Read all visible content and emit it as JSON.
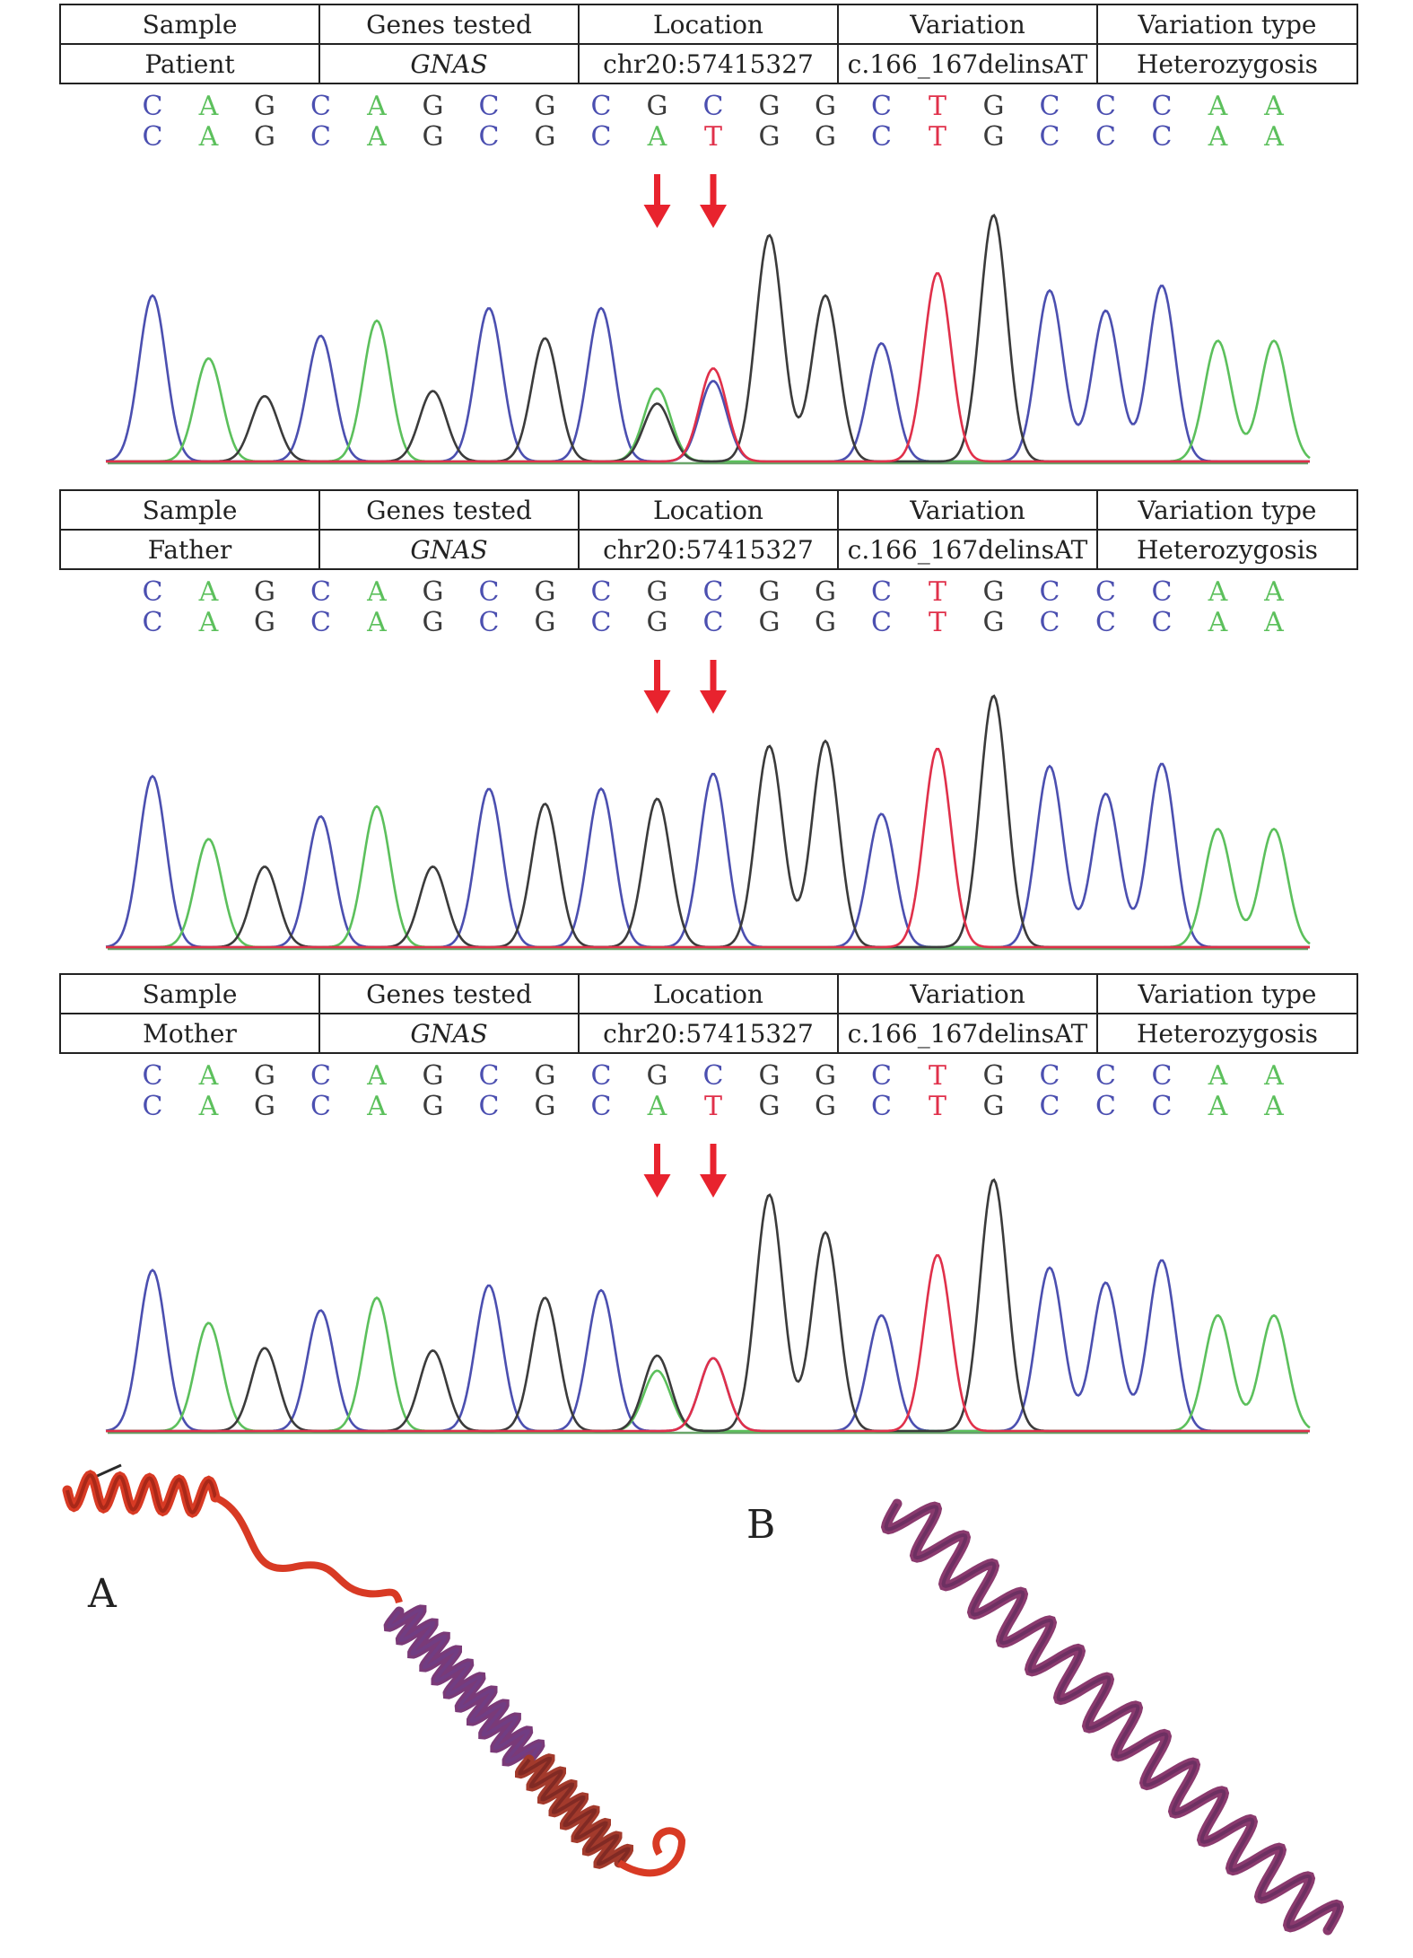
{
  "table_header": [
    "Sample",
    "Genes tested",
    "Location",
    "Variation",
    "Variation type"
  ],
  "panels": [
    {
      "row": [
        "Patient",
        "GNAS",
        "chr20:57415327",
        "c.166_167delinsAT",
        "Heterozygosis"
      ],
      "seq1": [
        "C",
        "A",
        "G",
        "C",
        "A",
        "G",
        "C",
        "G",
        "C",
        "G",
        "C",
        "G",
        "G",
        "C",
        "T",
        "G",
        "C",
        "C",
        "C",
        "A",
        "A"
      ],
      "seq2": [
        "C",
        "A",
        "G",
        "C",
        "A",
        "G",
        "C",
        "G",
        "C",
        "A",
        "T",
        "G",
        "G",
        "C",
        "T",
        "G",
        "C",
        "C",
        "C",
        "A",
        "A"
      ],
      "peaks": [
        {
          "b": "C",
          "h": 0.66
        },
        {
          "b": "A",
          "h": 0.41
        },
        {
          "b": "G",
          "h": 0.26
        },
        {
          "b": "C",
          "h": 0.5
        },
        {
          "b": "A",
          "h": 0.56
        },
        {
          "b": "G",
          "h": 0.28
        },
        {
          "b": "C",
          "h": 0.61
        },
        {
          "b": "G",
          "h": 0.49
        },
        {
          "b": "C",
          "h": 0.61
        },
        {
          "b": "A",
          "h": 0.29,
          "b2": "G",
          "h2": 0.23
        },
        {
          "b": "T",
          "h": 0.37,
          "b2": "C",
          "h2": 0.32
        },
        {
          "b": "G",
          "h": 0.9
        },
        {
          "b": "G",
          "h": 0.66
        },
        {
          "b": "C",
          "h": 0.47
        },
        {
          "b": "T",
          "h": 0.75
        },
        {
          "b": "G",
          "h": 0.98
        },
        {
          "b": "C",
          "h": 0.68
        },
        {
          "b": "C",
          "h": 0.6
        },
        {
          "b": "C",
          "h": 0.7
        },
        {
          "b": "A",
          "h": 0.48
        },
        {
          "b": "A",
          "h": 0.48
        }
      ]
    },
    {
      "row": [
        "Father",
        "GNAS",
        "chr20:57415327",
        "c.166_167delinsAT",
        "Heterozygosis"
      ],
      "seq1": [
        "C",
        "A",
        "G",
        "C",
        "A",
        "G",
        "C",
        "G",
        "C",
        "G",
        "C",
        "G",
        "G",
        "C",
        "T",
        "G",
        "C",
        "C",
        "C",
        "A",
        "A"
      ],
      "seq2": [
        "C",
        "A",
        "G",
        "C",
        "A",
        "G",
        "C",
        "G",
        "C",
        "G",
        "C",
        "G",
        "G",
        "C",
        "T",
        "G",
        "C",
        "C",
        "C",
        "A",
        "A"
      ],
      "peaks": [
        {
          "b": "C",
          "h": 0.68
        },
        {
          "b": "A",
          "h": 0.43
        },
        {
          "b": "G",
          "h": 0.32
        },
        {
          "b": "C",
          "h": 0.52
        },
        {
          "b": "A",
          "h": 0.56
        },
        {
          "b": "G",
          "h": 0.32
        },
        {
          "b": "C",
          "h": 0.63
        },
        {
          "b": "G",
          "h": 0.57
        },
        {
          "b": "C",
          "h": 0.63
        },
        {
          "b": "G",
          "h": 0.59
        },
        {
          "b": "C",
          "h": 0.69
        },
        {
          "b": "G",
          "h": 0.8
        },
        {
          "b": "G",
          "h": 0.82
        },
        {
          "b": "C",
          "h": 0.53
        },
        {
          "b": "T",
          "h": 0.79
        },
        {
          "b": "G",
          "h": 1.0
        },
        {
          "b": "C",
          "h": 0.72
        },
        {
          "b": "C",
          "h": 0.61
        },
        {
          "b": "C",
          "h": 0.73
        },
        {
          "b": "A",
          "h": 0.47
        },
        {
          "b": "A",
          "h": 0.47
        }
      ]
    },
    {
      "row": [
        "Mother",
        "GNAS",
        "chr20:57415327",
        "c.166_167delinsAT",
        "Heterozygosis"
      ],
      "seq1": [
        "C",
        "A",
        "G",
        "C",
        "A",
        "G",
        "C",
        "G",
        "C",
        "G",
        "C",
        "G",
        "G",
        "C",
        "T",
        "G",
        "C",
        "C",
        "C",
        "A",
        "A"
      ],
      "seq2": [
        "C",
        "A",
        "G",
        "C",
        "A",
        "G",
        "C",
        "G",
        "C",
        "A",
        "T",
        "G",
        "G",
        "C",
        "T",
        "G",
        "C",
        "C",
        "C",
        "A",
        "A"
      ],
      "peaks": [
        {
          "b": "C",
          "h": 0.64
        },
        {
          "b": "A",
          "h": 0.43
        },
        {
          "b": "G",
          "h": 0.33
        },
        {
          "b": "C",
          "h": 0.48
        },
        {
          "b": "A",
          "h": 0.53
        },
        {
          "b": "G",
          "h": 0.32
        },
        {
          "b": "C",
          "h": 0.58
        },
        {
          "b": "G",
          "h": 0.53
        },
        {
          "b": "C",
          "h": 0.56
        },
        {
          "b": "G",
          "h": 0.3,
          "b2": "A",
          "h2": 0.24
        },
        {
          "b": "T",
          "h": 0.29,
          "b2": "C",
          "h2": 0.29
        },
        {
          "b": "G",
          "h": 0.94
        },
        {
          "b": "G",
          "h": 0.79
        },
        {
          "b": "C",
          "h": 0.46
        },
        {
          "b": "T",
          "h": 0.7
        },
        {
          "b": "G",
          "h": 1.0
        },
        {
          "b": "C",
          "h": 0.65
        },
        {
          "b": "C",
          "h": 0.59
        },
        {
          "b": "C",
          "h": 0.68
        },
        {
          "b": "A",
          "h": 0.46
        },
        {
          "b": "A",
          "h": 0.46
        }
      ]
    }
  ],
  "structure_labels": {
    "a": "A",
    "b": "B"
  },
  "colors": {
    "C": "#4b4fb0",
    "A": "#5cc05c",
    "G": "#3b3b3b",
    "T": "#e0304a",
    "arrow": "#e8232e",
    "ribbon_red": "#d83a24",
    "ribbon_purple": "#6a3f8a"
  }
}
